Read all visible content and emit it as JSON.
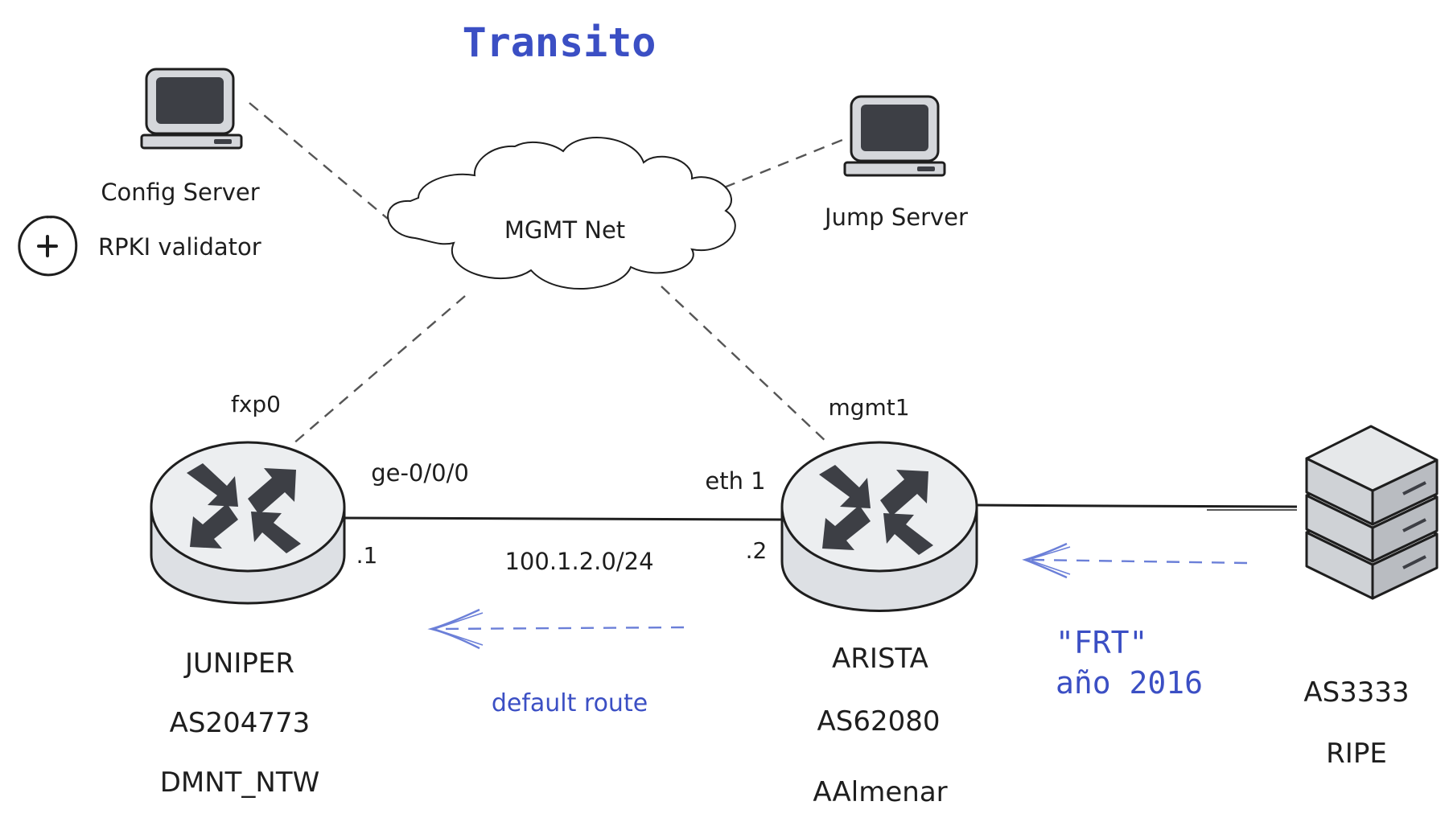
{
  "title": "Transito",
  "nodes": {
    "config_server": {
      "label": "Config Server",
      "sub_label": "RPKI validator",
      "sub_icon": "plus-circle-icon",
      "icon": "computer-icon"
    },
    "jump_server": {
      "label": "Jump Server",
      "icon": "computer-icon"
    },
    "mgmt_net": {
      "label": "MGMT Net",
      "icon": "cloud-icon"
    },
    "juniper": {
      "icon": "router-icon",
      "mgmt_if": "fxp0",
      "data_if": "ge-0/0/0",
      "ip": ".1",
      "name": "JUNIPER",
      "asn": "AS204773",
      "org": "DMNT_NTW"
    },
    "arista": {
      "icon": "router-icon",
      "mgmt_if": "mgmt1",
      "data_if": "eth 1",
      "ip": ".2",
      "name": "ARISTA",
      "asn": "AS62080",
      "org": "AAlmenar"
    },
    "ripe": {
      "icon": "server-stack-icon",
      "asn": "AS3333",
      "org": "RIPE"
    }
  },
  "links": {
    "subnet": "100.1.2.0/24",
    "default_route": "default route",
    "frt_line1": "\"FRT\"",
    "frt_line2": "año 2016"
  },
  "colors": {
    "accent": "#3b4fc4",
    "ink": "#1e1e1e",
    "router_fill": "#e9ecef",
    "icon_dark": "#3d3f45"
  }
}
